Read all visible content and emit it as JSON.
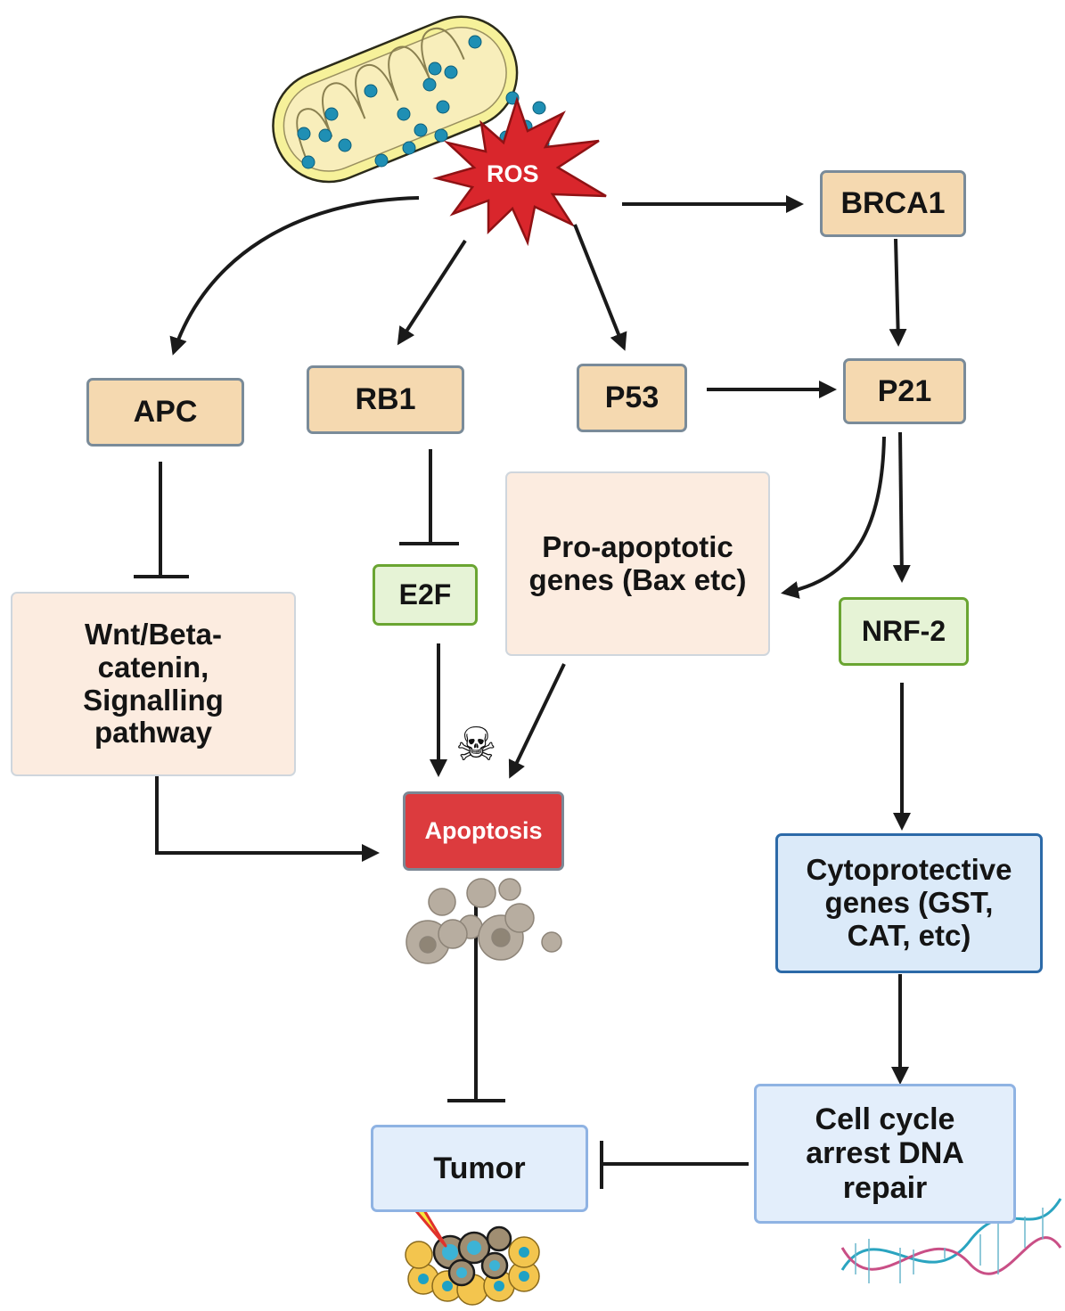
{
  "diagram": {
    "type": "signaling-pathway",
    "colors": {
      "gene_fill": "#f5d9b0",
      "green_fill": "#e6f3d6",
      "peach_fill": "#fcece0",
      "blue_fill": "#dbeaf9",
      "apoptosis_fill": "#dc3b3e",
      "ros_fill": "#d9262c",
      "mitochondria_fill": "#f6f19a",
      "ros_particle": "#1f8fb4",
      "arrow": "#1a1a1a"
    },
    "nodes": {
      "ros": "ROS",
      "brca1": "BRCA1",
      "apc": "APC",
      "rb1": "RB1",
      "p53": "P53",
      "p21": "P21",
      "e2f": "E2F",
      "nrf2": "NRF-2",
      "pro_apoptotic": "Pro-apoptotic genes (Bax etc)",
      "wnt": "Wnt/Beta-catenin, Signalling pathway",
      "apoptosis": "Apoptosis",
      "cytoprotective": "Cytoprotective genes (GST, CAT, etc)",
      "cell_cycle": "Cell cycle arrest DNA repair",
      "tumor": "Tumor"
    },
    "icons": {
      "skull": "☠",
      "mitochondria": "mitochondria-icon",
      "apoptotic_cells": "apoptotic-cells-icon",
      "tumor_cells": "tumor-cells-icon",
      "dna": "dna-helix-icon"
    },
    "edges": [
      {
        "from": "ROS",
        "to": "APC",
        "type": "activation"
      },
      {
        "from": "ROS",
        "to": "RB1",
        "type": "activation"
      },
      {
        "from": "ROS",
        "to": "P53",
        "type": "activation"
      },
      {
        "from": "ROS",
        "to": "BRCA1",
        "type": "activation"
      },
      {
        "from": "BRCA1",
        "to": "P21",
        "type": "activation"
      },
      {
        "from": "P53",
        "to": "P21",
        "type": "activation"
      },
      {
        "from": "APC",
        "to": "Wnt/Beta-catenin, Signalling pathway",
        "type": "inhibition"
      },
      {
        "from": "RB1",
        "to": "E2F",
        "type": "inhibition"
      },
      {
        "from": "P21",
        "to": "Pro-apoptotic genes (Bax etc)",
        "type": "activation"
      },
      {
        "from": "P21",
        "to": "NRF-2",
        "type": "activation"
      },
      {
        "from": "E2F",
        "to": "Apoptosis",
        "type": "activation"
      },
      {
        "from": "Pro-apoptotic genes (Bax etc)",
        "to": "Apoptosis",
        "type": "activation"
      },
      {
        "from": "Wnt/Beta-catenin, Signalling pathway",
        "to": "Apoptosis",
        "type": "activation"
      },
      {
        "from": "NRF-2",
        "to": "Cytoprotective genes (GST, CAT, etc)",
        "type": "activation"
      },
      {
        "from": "Cytoprotective genes (GST, CAT, etc)",
        "to": "Cell cycle arrest DNA repair",
        "type": "activation"
      },
      {
        "from": "Apoptosis",
        "to": "Tumor",
        "type": "inhibition"
      },
      {
        "from": "Cell cycle arrest DNA repair",
        "to": "Tumor",
        "type": "inhibition"
      }
    ]
  }
}
